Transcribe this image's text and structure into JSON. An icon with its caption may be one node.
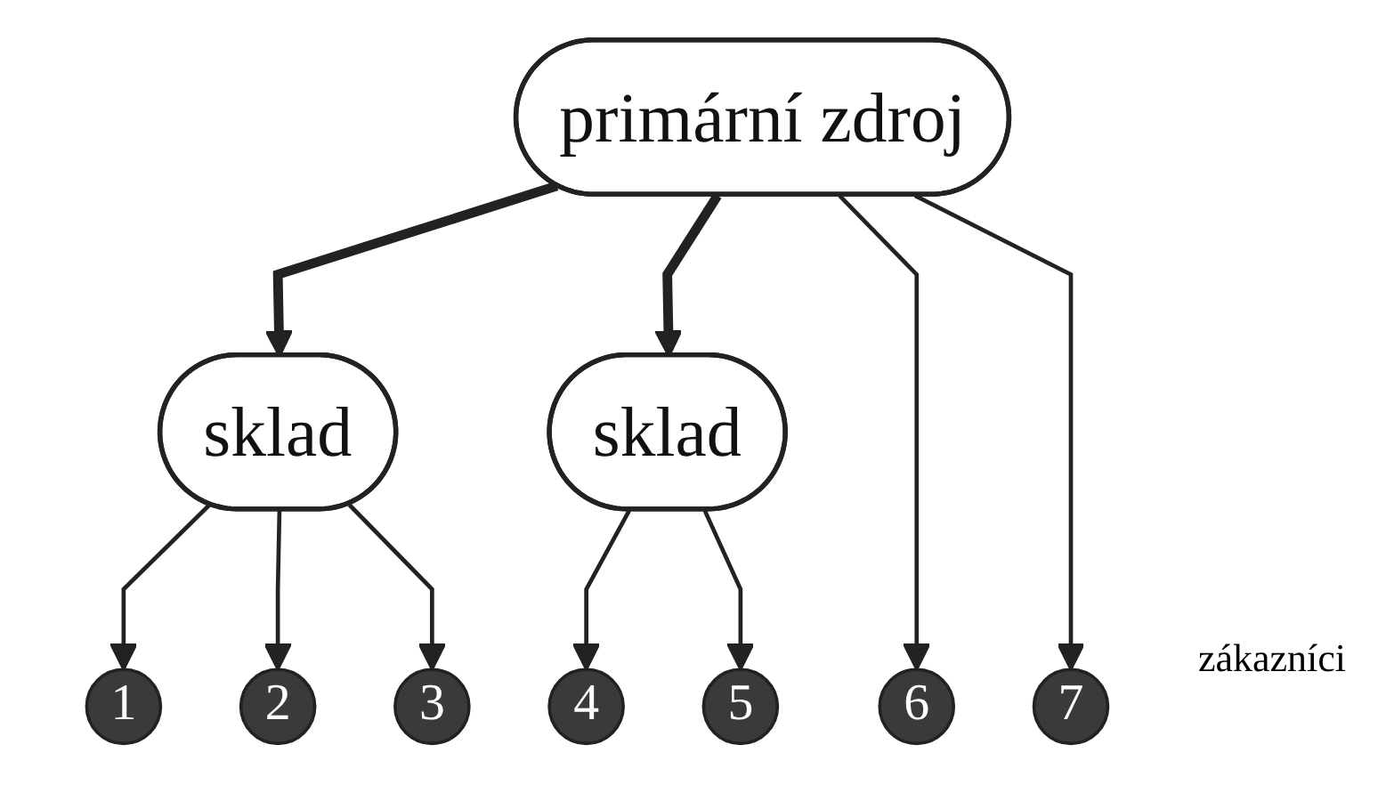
{
  "diagram": {
    "nodes": [
      {
        "text": [
          "primární zdroj"
        ]
      },
      {
        "text": [
          "sklad"
        ]
      },
      {
        "text": [
          "sklad"
        ]
      },
      {
        "text": [
          "1"
        ]
      },
      {
        "text": [
          "2"
        ]
      },
      {
        "text": [
          "3"
        ]
      },
      {
        "text": [
          "4"
        ]
      },
      {
        "text": [
          "5"
        ]
      },
      {
        "text": [
          "6"
        ]
      },
      {
        "text": [
          "7"
        ]
      }
    ],
    "edges": [
      {
        "from": 0,
        "to": 1,
        "arrow": "to",
        "style": "thick"
      },
      {
        "from": 0,
        "to": 2,
        "arrow": "to",
        "style": "thick"
      },
      {
        "from": 0,
        "to": 8,
        "arrow": "to"
      },
      {
        "from": 0,
        "to": 9,
        "arrow": "to"
      },
      {
        "from": 1,
        "to": 3,
        "arrow": "to"
      },
      {
        "from": 1,
        "to": 4,
        "arrow": "to"
      },
      {
        "from": 1,
        "to": 5,
        "arrow": "to"
      },
      {
        "from": 2,
        "to": 6,
        "arrow": "to"
      },
      {
        "from": 2,
        "to": 7,
        "arrow": "to"
      }
    ],
    "labels": [
      "zákazníci"
    ]
  }
}
